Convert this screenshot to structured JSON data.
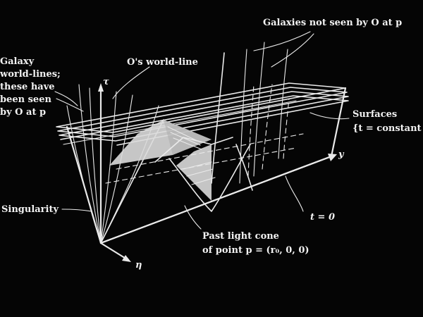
{
  "labels": {
    "galaxy_worldlines": [
      "Galaxy",
      "world-lines;",
      "these have",
      "been seen",
      "by O at p"
    ],
    "o_worldline": "O's world-line",
    "galaxies_not_seen": "Galaxies not seen by O at p",
    "surfaces": [
      "Surfaces",
      "{t = constant"
    ],
    "singularity": "Singularity",
    "past_light_cone": [
      "Past light cone",
      "of point p = (r₀, 0, 0)"
    ],
    "t_zero": "t = 0",
    "axis_tau": "τ",
    "axis_eta": "η",
    "axis_y": "y"
  },
  "colors": {
    "background": "#050505",
    "ink": "#eaeaea"
  }
}
